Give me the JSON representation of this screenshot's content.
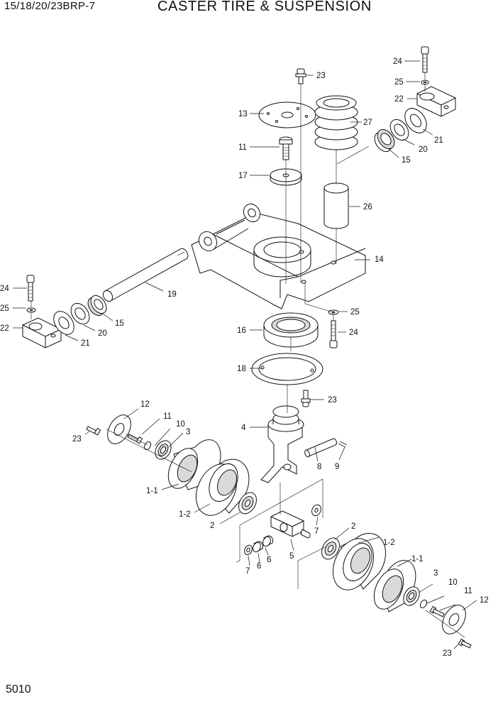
{
  "header": {
    "model": "15/18/20/23BRP-7",
    "title": "CASTER TIRE & SUSPENSION"
  },
  "page_number": "5010",
  "callouts": [
    {
      "id": "c23a",
      "text": "23"
    },
    {
      "id": "c13",
      "text": "13"
    },
    {
      "id": "c11a",
      "text": "11"
    },
    {
      "id": "c17",
      "text": "17"
    },
    {
      "id": "c27",
      "text": "27"
    },
    {
      "id": "c24a",
      "text": "24"
    },
    {
      "id": "c25a",
      "text": "25"
    },
    {
      "id": "c22a",
      "text": "22"
    },
    {
      "id": "c21a",
      "text": "21"
    },
    {
      "id": "c20a",
      "text": "20"
    },
    {
      "id": "c15a",
      "text": "15"
    },
    {
      "id": "c26",
      "text": "26"
    },
    {
      "id": "c14",
      "text": "14"
    },
    {
      "id": "c19",
      "text": "19"
    },
    {
      "id": "c24b",
      "text": "24"
    },
    {
      "id": "c25b",
      "text": "25"
    },
    {
      "id": "c22b",
      "text": "22"
    },
    {
      "id": "c21b",
      "text": "21"
    },
    {
      "id": "c20b",
      "text": "20"
    },
    {
      "id": "c15b",
      "text": "15"
    },
    {
      "id": "c25c",
      "text": "25"
    },
    {
      "id": "c24c",
      "text": "24"
    },
    {
      "id": "c16",
      "text": "16"
    },
    {
      "id": "c18",
      "text": "18"
    },
    {
      "id": "c23b",
      "text": "23"
    },
    {
      "id": "c4",
      "text": "4"
    },
    {
      "id": "c8",
      "text": "8"
    },
    {
      "id": "c9",
      "text": "9"
    },
    {
      "id": "c12a",
      "text": "12"
    },
    {
      "id": "c11b",
      "text": "11"
    },
    {
      "id": "c10a",
      "text": "10"
    },
    {
      "id": "c3a",
      "text": "3"
    },
    {
      "id": "c23c",
      "text": "23"
    },
    {
      "id": "c1-1a",
      "text": "1-1"
    },
    {
      "id": "c1-2a",
      "text": "1-2"
    },
    {
      "id": "c2a",
      "text": "2"
    },
    {
      "id": "c7a",
      "text": "7"
    },
    {
      "id": "c2b",
      "text": "2"
    },
    {
      "id": "c1-2b",
      "text": "1-2"
    },
    {
      "id": "c6a",
      "text": "6"
    },
    {
      "id": "c5",
      "text": "5"
    },
    {
      "id": "c7b",
      "text": "7"
    },
    {
      "id": "c6b",
      "text": "6"
    },
    {
      "id": "c1-1b",
      "text": "1-1"
    },
    {
      "id": "c3b",
      "text": "3"
    },
    {
      "id": "c10b",
      "text": "10"
    },
    {
      "id": "c11c",
      "text": "11"
    },
    {
      "id": "c12b",
      "text": "12"
    },
    {
      "id": "c23d",
      "text": "23"
    }
  ]
}
